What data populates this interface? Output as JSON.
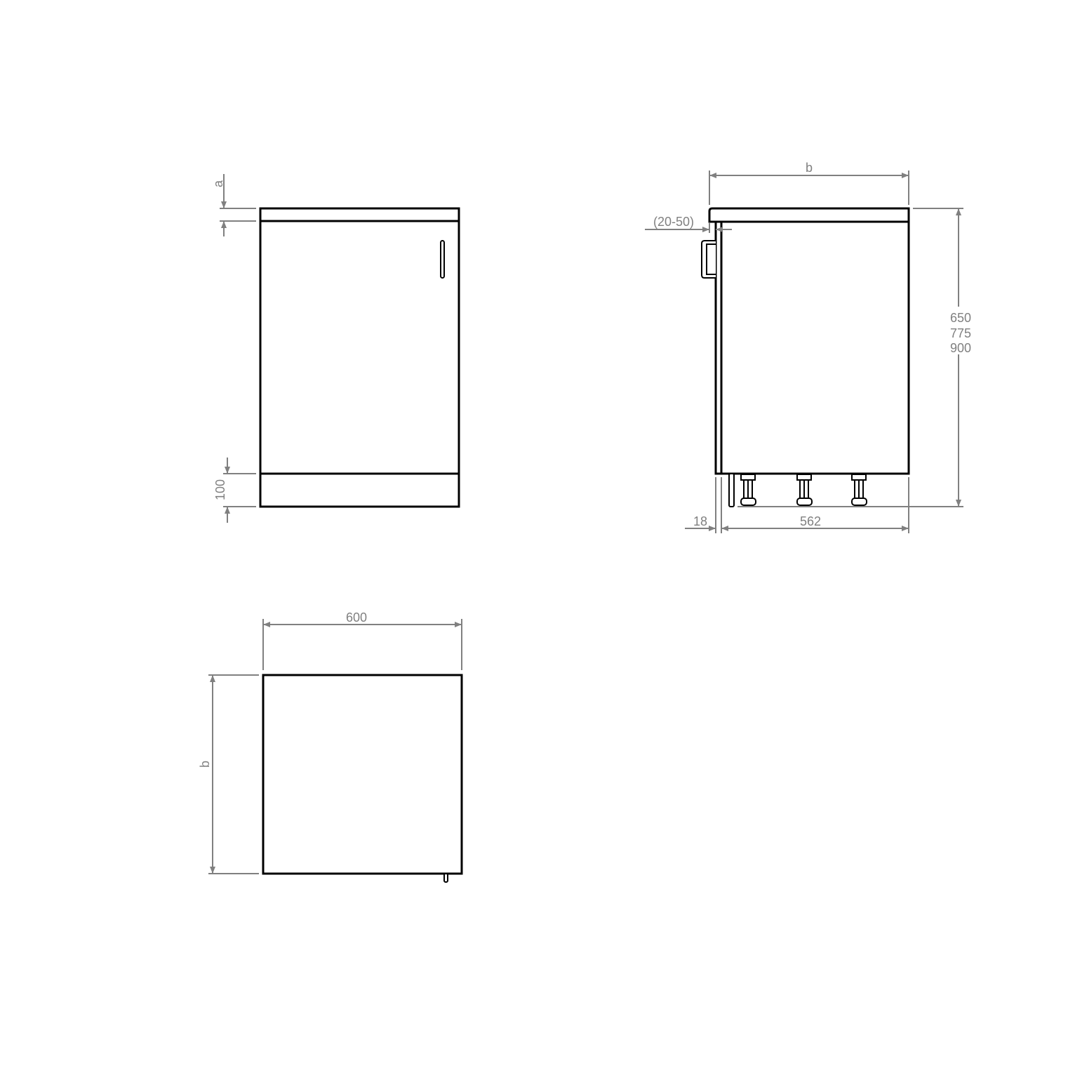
{
  "colors": {
    "outline": "#000000",
    "dimension": "#808080",
    "background": "#ffffff"
  },
  "front_view": {
    "dim_countertop": "a",
    "dim_plinth": "100"
  },
  "side_view": {
    "dim_depth_top": "b",
    "dim_overhang": "(20-50)",
    "dim_height": [
      "650",
      "775",
      "900"
    ],
    "dim_door_thickness": "18",
    "dim_carcass_depth": "562"
  },
  "top_view": {
    "dim_width": "600",
    "dim_depth": "b"
  }
}
